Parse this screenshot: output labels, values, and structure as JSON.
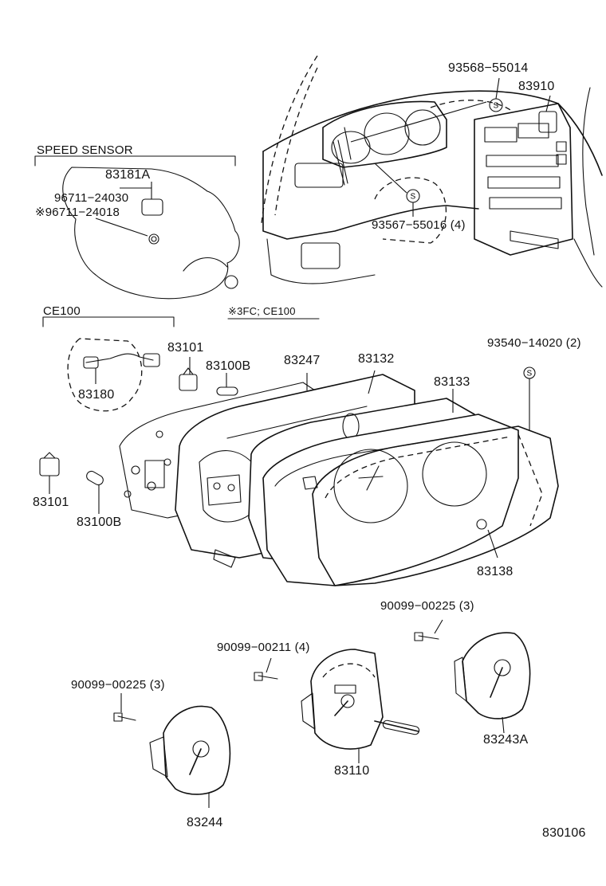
{
  "groups": {
    "speed_sensor": "SPEED SENSOR",
    "ce100": "CE100",
    "note_3fc": "※3FC; CE100"
  },
  "parts": {
    "p93568": "93568−55014",
    "p83910": "83910",
    "p83181a": "83181A",
    "p96711_24030": "96711−24030",
    "p96711_24018": "※96711−24018",
    "p93567": "93567−55016 (4)",
    "p83101_a": "83101",
    "p83100b_a": "83100B",
    "p83247": "83247",
    "p83132": "83132",
    "p93540": "93540−14020 (2)",
    "p83180": "83180",
    "p83133": "83133",
    "p83101_b": "83101",
    "p83100b_b": "83100B",
    "p83138": "83138",
    "p90099_00225_a": "90099−00225 (3)",
    "p90099_00211": "90099−00211 (4)",
    "p90099_00225_b": "90099−00225 (3)",
    "p83243a": "83243A",
    "p83110": "83110",
    "p83244": "83244"
  },
  "diagram_code": "830106",
  "screw_marker": "S"
}
